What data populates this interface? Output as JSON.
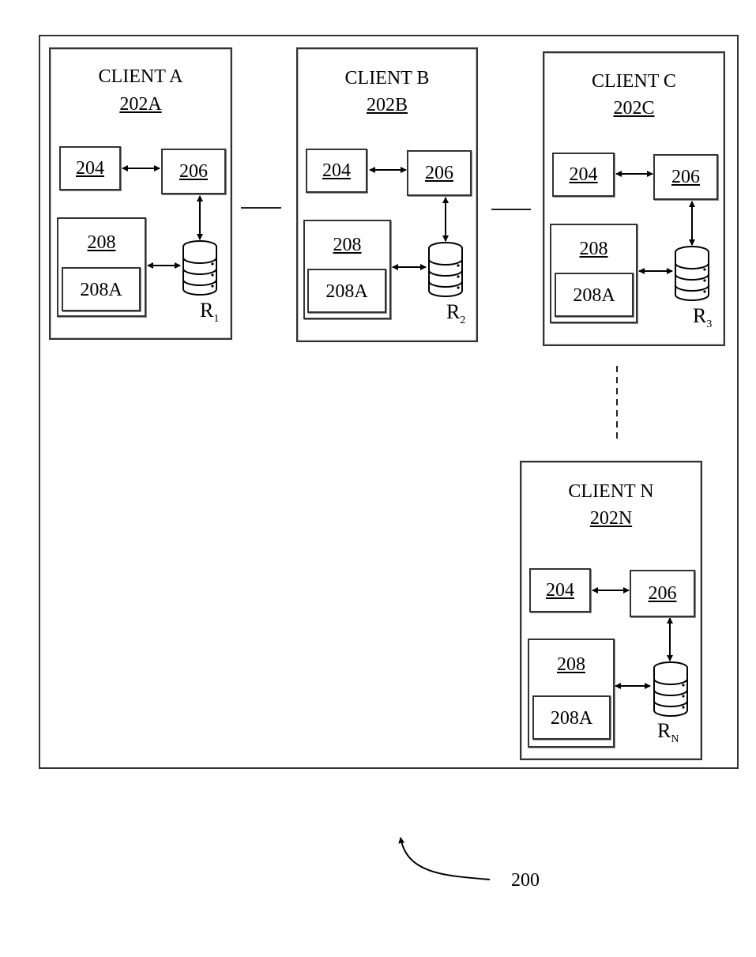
{
  "figure_ref": "200",
  "common": {
    "box_204": "204",
    "box_206": "206",
    "box_208": "208",
    "box_208a": "208A"
  },
  "clients": [
    {
      "title": "CLIENT A",
      "id": "202A",
      "repo": "R",
      "repo_sub": "1"
    },
    {
      "title": "CLIENT B",
      "id": "202B",
      "repo": "R",
      "repo_sub": "2"
    },
    {
      "title": "CLIENT C",
      "id": "202C",
      "repo": "R",
      "repo_sub": "3"
    },
    {
      "title": "CLIENT N",
      "id": "202N",
      "repo": "R",
      "repo_sub": "N"
    }
  ]
}
